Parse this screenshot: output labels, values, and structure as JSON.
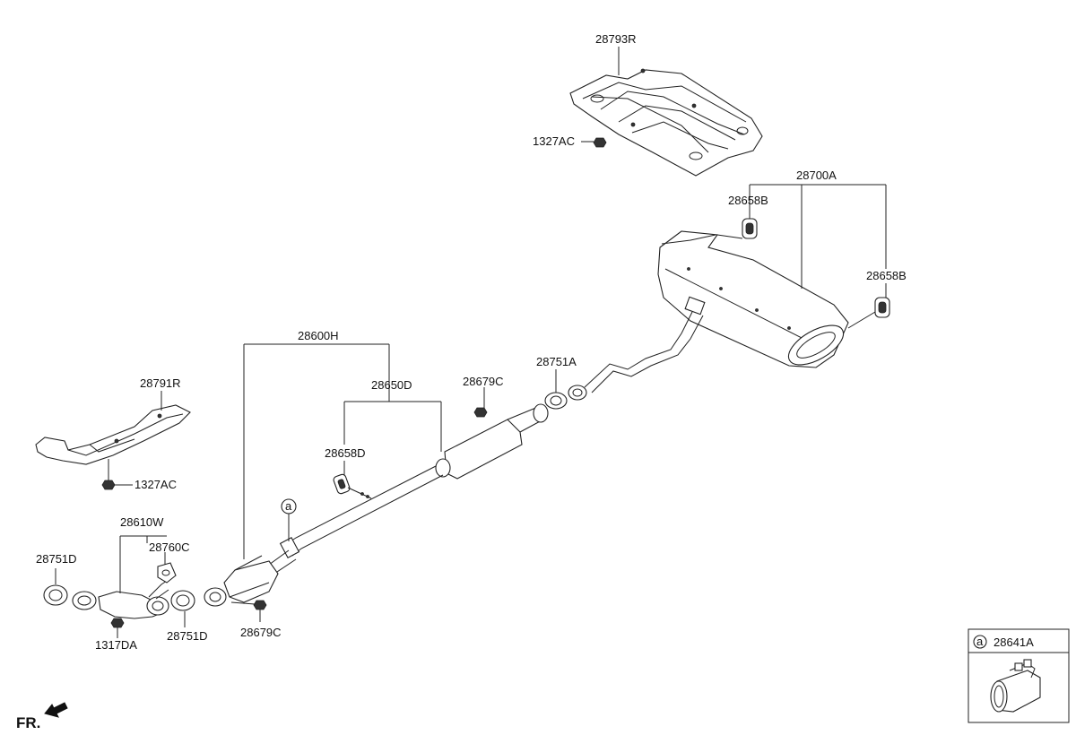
{
  "labels": {
    "l28793R": "28793R",
    "l1327AC_top": "1327AC",
    "l28700A": "28700A",
    "l28658B_a": "28658B",
    "l28658B_b": "28658B",
    "l28600H": "28600H",
    "l28650D": "28650D",
    "l28679C_mid": "28679C",
    "l28751A": "28751A",
    "l28658D": "28658D",
    "l28791R": "28791R",
    "l1327AC_left": "1327AC",
    "l28610W": "28610W",
    "l28760C": "28760C",
    "l28751D_left": "28751D",
    "l28751D_bot": "28751D",
    "l1317DA": "1317DA",
    "l28679C_bot": "28679C",
    "callout_a": "a",
    "inset_a": "a",
    "l28641A": "28641A",
    "fr": "FR."
  },
  "colors": {
    "line": "#222222",
    "background": "#ffffff"
  }
}
